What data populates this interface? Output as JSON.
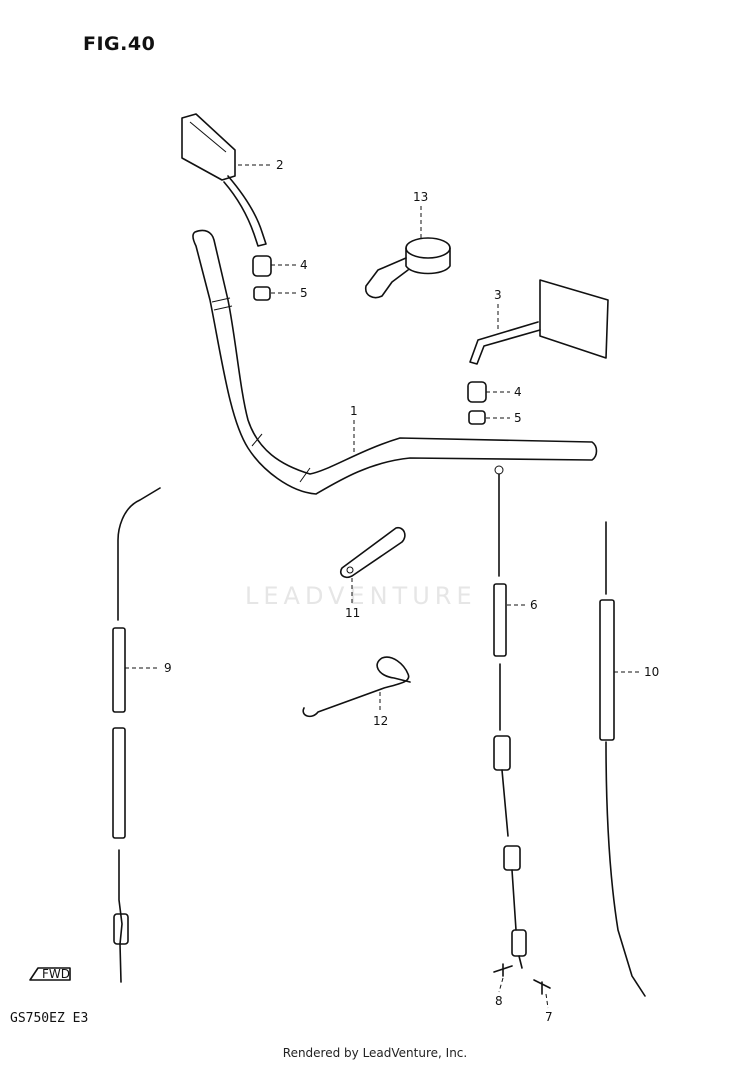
{
  "figure": {
    "title": "FIG.40",
    "model": "GS750EZ  E3",
    "fwd_label": "FWD",
    "watermark": "LEADVENTURE",
    "footer": "Rendered by LeadVenture, Inc."
  },
  "parts": [
    {
      "id": "handlebar",
      "ref": "1"
    },
    {
      "id": "mirror-left",
      "ref": "2"
    },
    {
      "id": "mirror-right",
      "ref": "3"
    },
    {
      "id": "mirror-adapter",
      "ref": "4"
    },
    {
      "id": "mirror-nut",
      "ref": "5"
    },
    {
      "id": "cable-6",
      "ref": "6"
    },
    {
      "id": "screw-7",
      "ref": "7"
    },
    {
      "id": "screw-8",
      "ref": "8"
    },
    {
      "id": "cable-9",
      "ref": "9"
    },
    {
      "id": "cable-10",
      "ref": "10"
    },
    {
      "id": "bracket-11",
      "ref": "11"
    },
    {
      "id": "clamp-12",
      "ref": "12"
    },
    {
      "id": "cap-13",
      "ref": "13"
    }
  ],
  "callouts": [
    {
      "label": "2",
      "name": "callout-2"
    },
    {
      "label": "4",
      "name": "callout-4-left"
    },
    {
      "label": "5",
      "name": "callout-5-left"
    },
    {
      "label": "13",
      "name": "callout-13"
    },
    {
      "label": "3",
      "name": "callout-3"
    },
    {
      "label": "4",
      "name": "callout-4-right"
    },
    {
      "label": "5",
      "name": "callout-5-right"
    },
    {
      "label": "1",
      "name": "callout-1"
    },
    {
      "label": "6",
      "name": "callout-6"
    },
    {
      "label": "9",
      "name": "callout-9"
    },
    {
      "label": "10",
      "name": "callout-10"
    },
    {
      "label": "11",
      "name": "callout-11"
    },
    {
      "label": "12",
      "name": "callout-12"
    },
    {
      "label": "8",
      "name": "callout-8"
    },
    {
      "label": "7",
      "name": "callout-7"
    }
  ]
}
